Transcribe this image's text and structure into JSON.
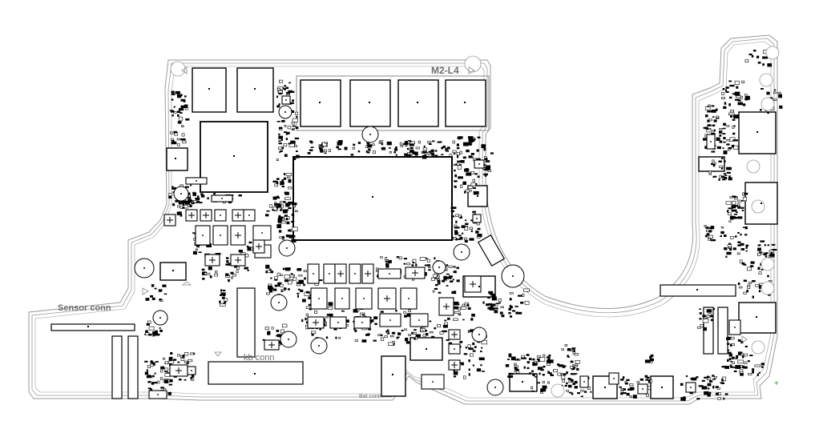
{
  "board": {
    "labels": {
      "m2": "M2-L4",
      "sensor": "Sensor  conn",
      "kb": "kb  conn",
      "bat": "Bat conn"
    }
  }
}
